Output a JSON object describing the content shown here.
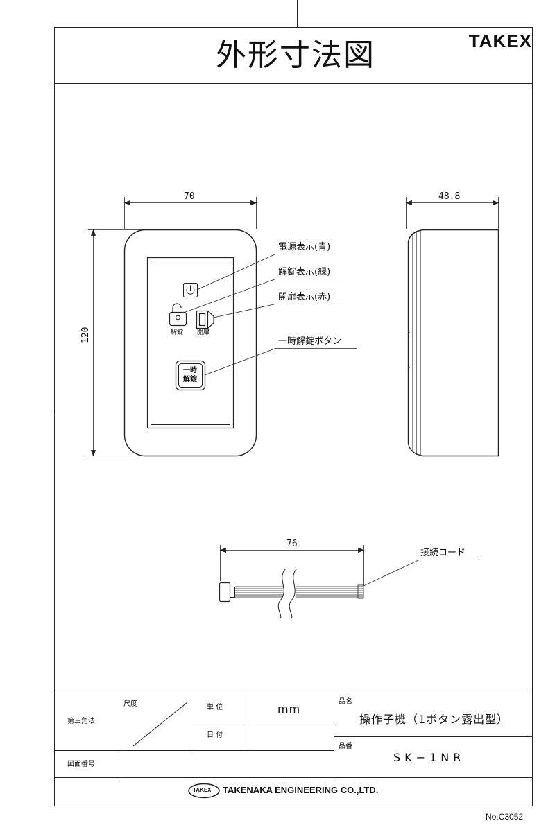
{
  "header": {
    "title": "外形寸法図",
    "brand": "TAKEX"
  },
  "dimensions": {
    "front_width": "70",
    "front_height": "120",
    "side_depth": "48.8",
    "cable_length": "76"
  },
  "callouts": {
    "power": "電源表示(青)",
    "unlock": "解錠表示(緑)",
    "door": "開扉表示(赤)",
    "button": "一時解錠ボタン",
    "cord": "接続コード"
  },
  "panel": {
    "unlock_label": "解錠",
    "door_label": "開扉",
    "button_line1": "一時",
    "button_line2": "解錠"
  },
  "title_block": {
    "projection": "第三角法",
    "scale_label": "尺度",
    "unit_label": "単 位",
    "unit_value": "mm",
    "date_label": "日 付",
    "name_label": "品名",
    "name_value": "操作子機（1ボタン露出型）",
    "drawing_no_label": "図面番号",
    "part_no_label": "品番",
    "part_no_value": "SK−1NR",
    "company_logo": "TAKEX",
    "company": "TAKENAKA ENGINEERING CO.,LTD.",
    "doc_no": "No.C3052"
  }
}
